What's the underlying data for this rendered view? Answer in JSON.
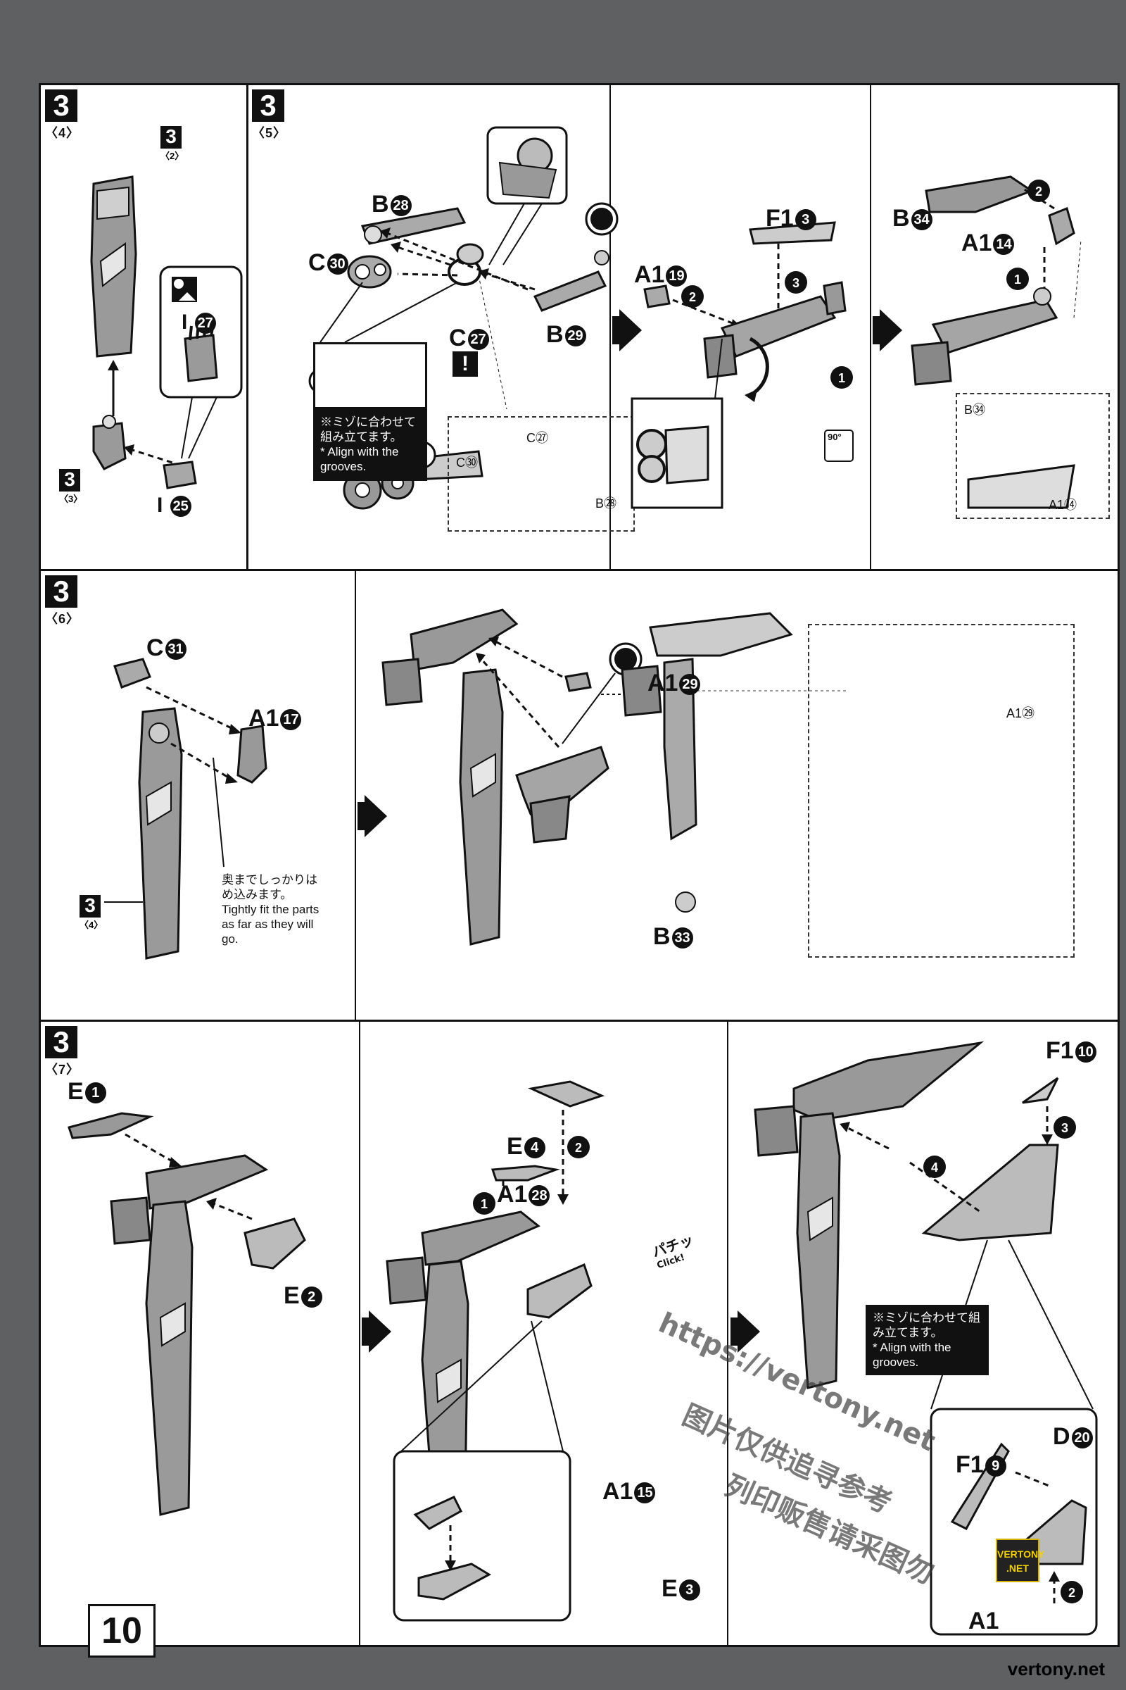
{
  "page": {
    "number": "10",
    "site": "vertony.net"
  },
  "watermark": {
    "line1": "https://vertony.net",
    "line2": "图片仅供追寻参考",
    "line3": "列印贩售请采图勿"
  },
  "logo": {
    "line1": "VERTONY",
    "line2": ".NET"
  },
  "row1": {
    "step4": {
      "num": "3",
      "sub": "〈4〉",
      "ref_top": {
        "num": "3",
        "sub": "〈2〉"
      },
      "ref_bottom": {
        "num": "3",
        "sub": "〈3〉"
      },
      "part_i27": "I",
      "part_i27_n": "27",
      "part_i25": "I",
      "part_i25_n": "25"
    },
    "step5": {
      "num": "3",
      "sub": "〈5〉",
      "b28": "B",
      "b28_n": "28",
      "c30": "C",
      "c30_n": "30",
      "c27": "C",
      "c27_n": "27",
      "b29": "B",
      "b29_n": "29",
      "note_jp": "※ミゾに合わせて組み立てます。",
      "note_en": "* Align with the grooves.",
      "detail_c27": "C㉗",
      "detail_c30": "C㉚",
      "detail_b28": "B㉘"
    },
    "panel3": {
      "f13": "F1",
      "f13_n": "3",
      "a119": "A1",
      "a119_n": "19",
      "rotate": "90°"
    },
    "panel4": {
      "b34": "B",
      "b34_n": "34",
      "a114": "A1",
      "a114_n": "14",
      "detail_b34": "B㉞",
      "detail_a114": "A1⑭"
    }
  },
  "row2": {
    "step": {
      "num": "3",
      "sub": "〈6〉"
    },
    "ref": {
      "num": "3",
      "sub": "〈4〉"
    },
    "c31": "C",
    "c31_n": "31",
    "a117": "A1",
    "a117_n": "17",
    "note_jp": "奥までしっかりはめ込みます。",
    "note_en": "Tightly fit the parts as far as they will go.",
    "a129": "A1",
    "a129_n": "29",
    "b33": "B",
    "b33_n": "33",
    "detail_a129": "A1㉙"
  },
  "row3": {
    "step": {
      "num": "3",
      "sub": "〈7〉"
    },
    "e1": "E",
    "e1_n": "1",
    "e2": "E",
    "e2_n": "2",
    "e4": "E",
    "e4_n": "4",
    "a128": "A1",
    "a128_n": "28",
    "click_jp": "パチッ",
    "click_en": "Click!",
    "a115": "A1",
    "a115_n": "15",
    "e3": "E",
    "e3_n": "3",
    "f110": "F1",
    "f110_n": "10",
    "note_jp": "※ミゾに合わせて組み立てます。",
    "note_en": "* Align with the grooves.",
    "f19": "F1",
    "f19_n": "9",
    "d20": "D",
    "d20_n": "20",
    "a1_bottom": "A1"
  }
}
